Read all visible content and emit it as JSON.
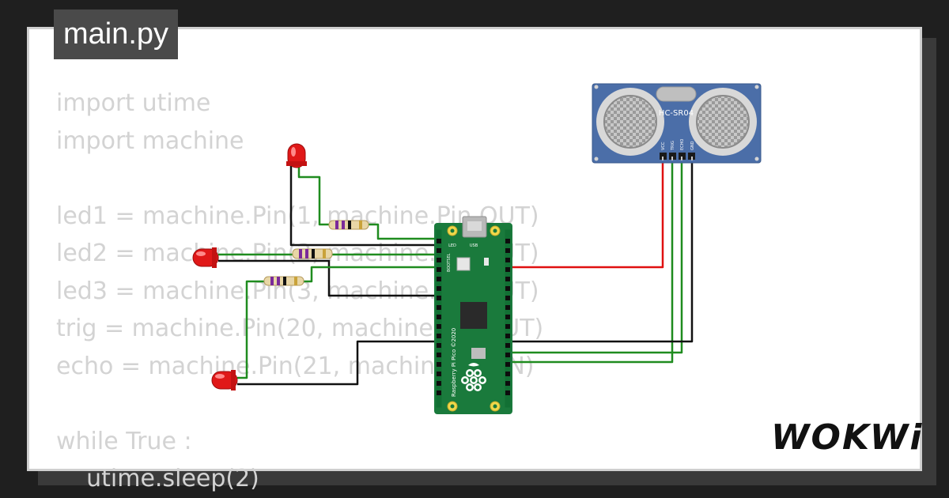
{
  "file_tab": {
    "label": "main.py"
  },
  "code_lines": [
    "import utime",
    "import machine",
    "",
    "led1 = machine.Pin(1, machine.Pin.OUT)",
    "led2 = machine.Pin(2, machine.Pin.OUT)",
    "led3 = machine.Pin(3, machine.Pin.OUT)",
    "trig = machine.Pin(20, machine.Pin.OUT)",
    "echo = machine.Pin(21, machine.Pin.IN)",
    "",
    "while True :",
    "    utime.sleep(2)"
  ],
  "sensor": {
    "model": "HC-SR04",
    "pins": [
      "VCC",
      "TRIG",
      "ECHO",
      "GND"
    ]
  },
  "board": {
    "name": "Raspberry Pi Pico ©2020",
    "labels": {
      "led": "LED",
      "usb": "USB",
      "bootsel": "BOOTSEL"
    }
  },
  "brand": {
    "logo_text": "WOKWi"
  },
  "colors": {
    "background": "#1f1f1f",
    "card": "#ffffff",
    "code_text": "#d3d3d3",
    "board_green": "#1a7a3c",
    "sensor_blue": "#4b6ea8",
    "wire_green": "#1f8c1f",
    "wire_red": "#e01010",
    "wire_black": "#111111",
    "led_red": "#e01818"
  }
}
